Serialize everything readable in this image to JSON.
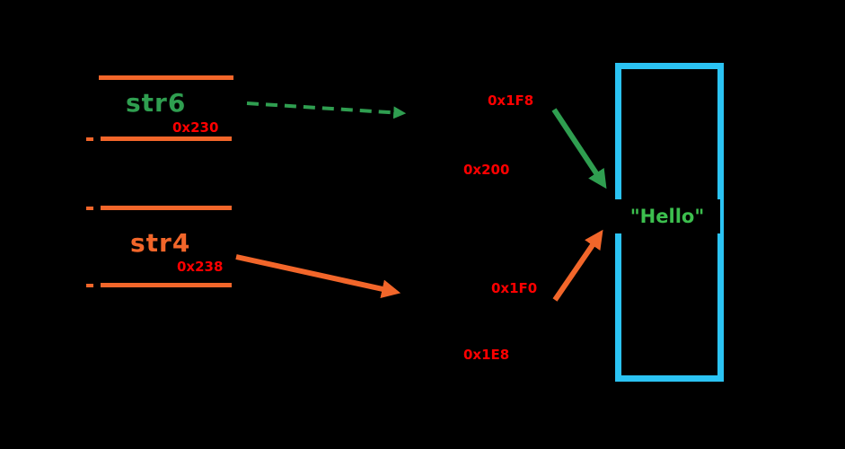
{
  "colors": {
    "bg": "#000000",
    "green": "#2f9e50",
    "green2": "#3cbf4e",
    "orange": "#f2662a",
    "red": "#ff0000",
    "blue": "#2bc3f3"
  },
  "stack": {
    "str6": {
      "label": "str6",
      "address": "0x230"
    },
    "str4": {
      "label": "str4",
      "address": "0x238"
    }
  },
  "pointers": {
    "p1": "0x1F8",
    "p2": "0x200",
    "p3": "0x1F0",
    "p4": "0x1E8"
  },
  "heap": {
    "value": "\"Hello\""
  }
}
